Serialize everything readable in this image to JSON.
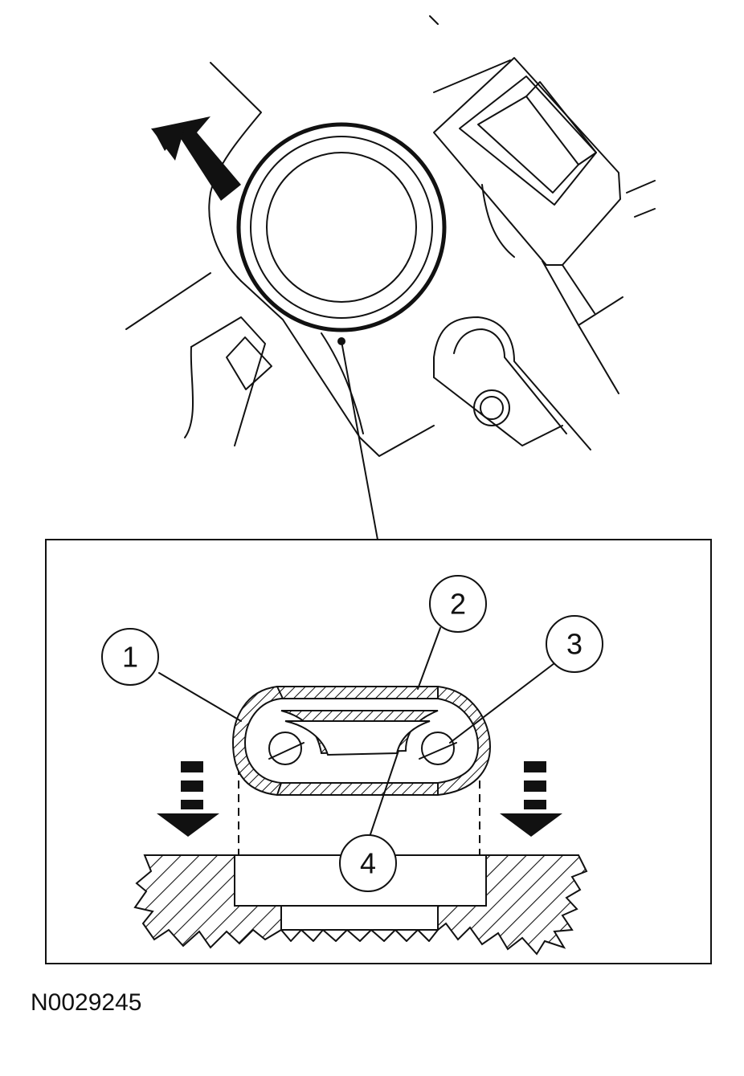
{
  "callouts": [
    {
      "id": "1",
      "label": "1"
    },
    {
      "id": "2",
      "label": "2"
    },
    {
      "id": "3",
      "label": "3"
    },
    {
      "id": "4",
      "label": "4"
    }
  ],
  "figure_id": "N0029245",
  "icons": [
    "direction-arrow-icon",
    "press-arrow-left-icon",
    "press-arrow-right-icon"
  ]
}
